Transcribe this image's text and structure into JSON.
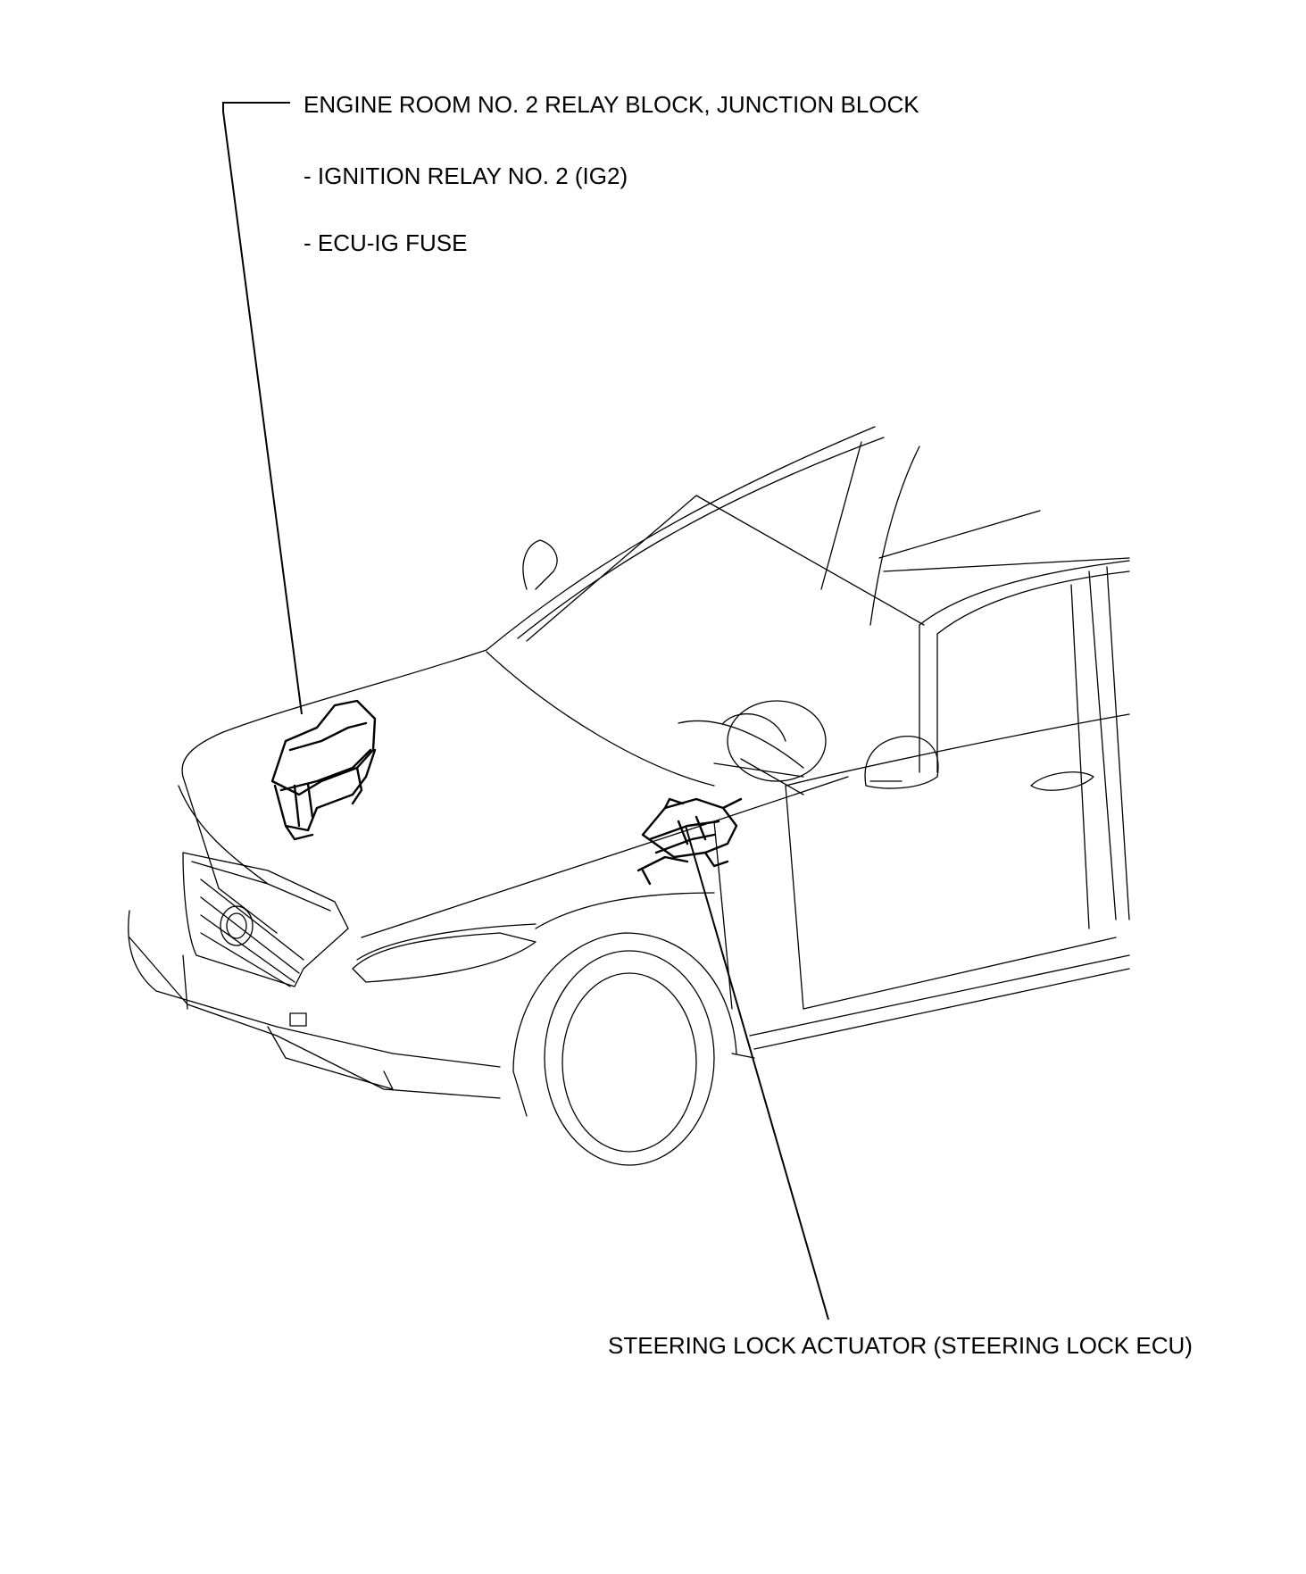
{
  "callouts": {
    "relay_block": {
      "title": "ENGINE ROOM NO. 2 RELAY BLOCK, JUNCTION BLOCK",
      "items": [
        "- IGNITION RELAY NO. 2 (IG2)",
        "- ECU-IG FUSE"
      ]
    },
    "steering_lock": {
      "title": "STEERING LOCK ACTUATOR (STEERING LOCK ECU)"
    }
  }
}
